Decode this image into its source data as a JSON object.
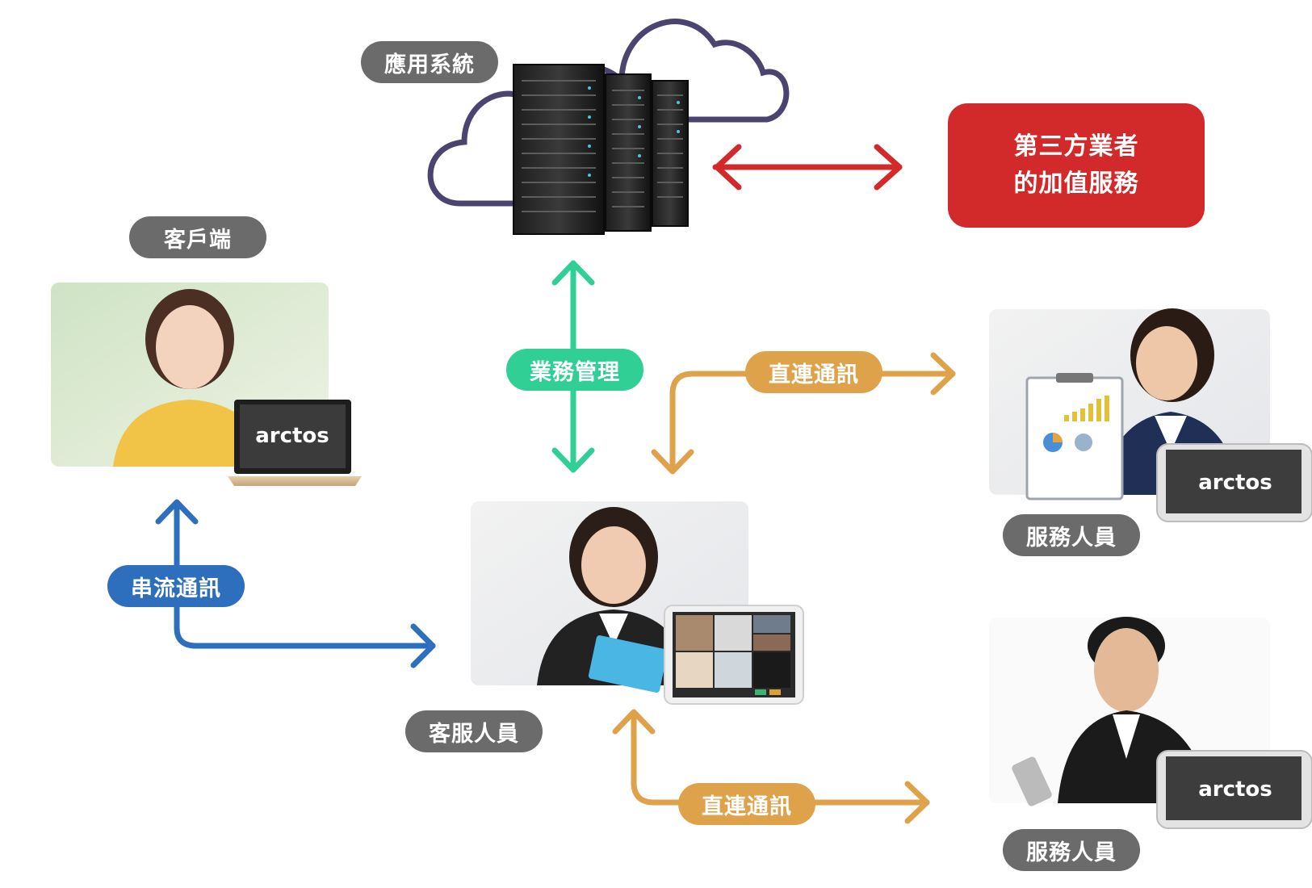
{
  "labels": {
    "app_system": "應用系統",
    "client": "客戶端",
    "business_mgmt": "業務管理",
    "direct_comm_top": "直連通訊",
    "streaming_comm": "串流通訊",
    "customer_service": "客服人員",
    "direct_comm_bottom": "直連通訊",
    "service_staff_1": "服務人員",
    "service_staff_2": "服務人員"
  },
  "third_party": {
    "line1": "第三方業者",
    "line2": "的加值服務"
  },
  "device_logo": "arctos",
  "colors": {
    "label_gray": "#6b6b6b",
    "cloud_outline": "#4b4470",
    "third_party_red": "#d22a2a",
    "arrow_red": "#d22a2a",
    "arrow_green": "#2fcf95",
    "arrow_orange": "#dea24a",
    "arrow_blue": "#2e6fbd"
  }
}
